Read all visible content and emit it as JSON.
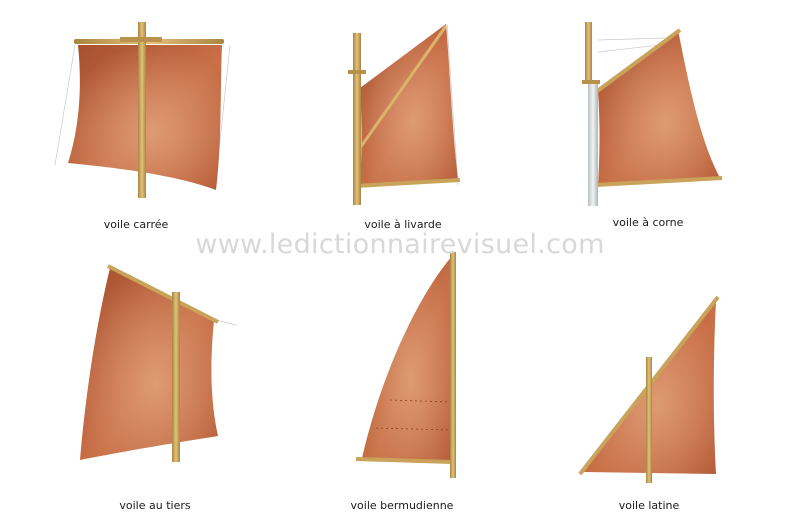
{
  "watermark": "www.ledictionnairevisuel.com",
  "colors": {
    "sail_dark": "#9a4a2c",
    "sail_mid": "#c46a44",
    "sail_light": "#dc9a72",
    "spar": "#c9a35a",
    "spar_dark": "#9c7a3a",
    "rope": "#b8b8b8",
    "metal_mast": "#d9dde0"
  },
  "sails": [
    {
      "id": "square",
      "label": "voile carrée"
    },
    {
      "id": "spritsail",
      "label": "voile à livarde"
    },
    {
      "id": "gaff",
      "label": "voile à corne"
    },
    {
      "id": "lug",
      "label": "voile au tiers"
    },
    {
      "id": "bermuda",
      "label": "voile bermudienne"
    },
    {
      "id": "lateen",
      "label": "voile latine"
    }
  ]
}
